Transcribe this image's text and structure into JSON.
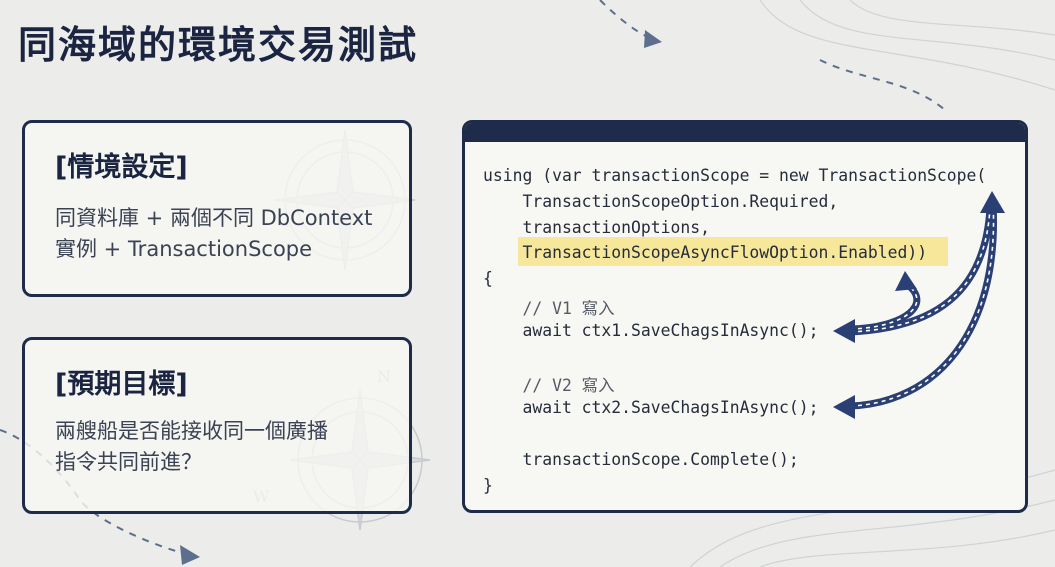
{
  "title": "同海域的環境交易測試",
  "cards": {
    "setup": {
      "heading": "[情境設定]",
      "line1": "同資料庫 + 兩個不同 DbContext",
      "line2": "實例 + TransactionScope"
    },
    "expectation": {
      "heading": "[預期目標]",
      "line1": "兩艘船是否能接收同一個廣播",
      "line2": "指令共同前進？"
    }
  },
  "code": {
    "lines": [
      "using (var transactionScope = new TransactionScope(",
      "    TransactionScopeOption.Required,",
      "    transactionOptions,",
      "    TransactionScopeAsyncFlowOption.Enabled))",
      "{",
      "    // V1 寫入",
      "    await ctx1.SaveChagsInAsync();",
      "    // V2 寫入",
      "    await ctx2.SaveChagsInAsync();",
      "    transactionScope.Complete();",
      "}"
    ]
  },
  "colors": {
    "background": "#ecedea",
    "navy": "#1e2b4a",
    "highlight": "#f6e79a"
  }
}
